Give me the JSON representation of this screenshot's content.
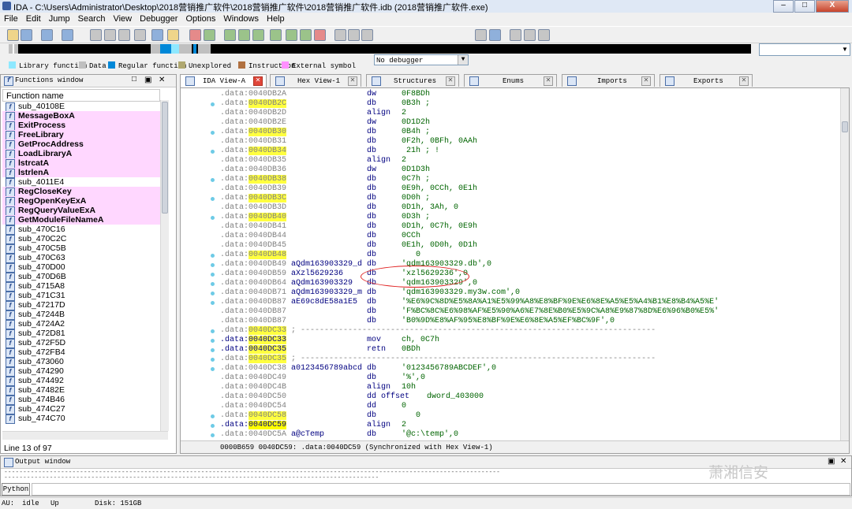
{
  "window": {
    "title": "IDA - C:\\Users\\Administrator\\Desktop\\2018营销推广软件\\2018营销推广软件\\2018营销推广软件.idb (2018营销推广软件.exe)",
    "minimize": "–",
    "maximize": "□",
    "close": "X"
  },
  "menu": [
    "File",
    "Edit",
    "Jump",
    "Search",
    "View",
    "Debugger",
    "Options",
    "Windows",
    "Help"
  ],
  "toolbar": {
    "debugger": "No debugger",
    "dropdown_icon": "chevron-down-icon"
  },
  "legend": [
    {
      "label": "Library function",
      "color": "#8ee8ff"
    },
    {
      "label": "Data",
      "color": "#c0c0c0"
    },
    {
      "label": "Regular function",
      "color": "#0088d8"
    },
    {
      "label": "Unexplored",
      "color": "#b0a870"
    },
    {
      "label": "Instruction",
      "color": "#b07040"
    },
    {
      "label": "External symbol",
      "color": "#ff90ff"
    }
  ],
  "functions_window": {
    "title": "Functions window",
    "column": "Function name",
    "rows": [
      {
        "name": "sub_40108E",
        "imported": false
      },
      {
        "name": "MessageBoxA",
        "imported": true
      },
      {
        "name": "ExitProcess",
        "imported": true
      },
      {
        "name": "FreeLibrary",
        "imported": true
      },
      {
        "name": "GetProcAddress",
        "imported": true
      },
      {
        "name": "LoadLibraryA",
        "imported": true
      },
      {
        "name": "lstrcatA",
        "imported": true
      },
      {
        "name": "lstrlenA",
        "imported": true
      },
      {
        "name": "sub_4011E4",
        "imported": false
      },
      {
        "name": "RegCloseKey",
        "imported": true
      },
      {
        "name": "RegOpenKeyExA",
        "imported": true
      },
      {
        "name": "RegQueryValueExA",
        "imported": true
      },
      {
        "name": "GetModuleFileNameA",
        "imported": true
      },
      {
        "name": "sub_470C16",
        "imported": false
      },
      {
        "name": "sub_470C2C",
        "imported": false
      },
      {
        "name": "sub_470C5B",
        "imported": false
      },
      {
        "name": "sub_470C63",
        "imported": false
      },
      {
        "name": "sub_470D00",
        "imported": false
      },
      {
        "name": "sub_470D6B",
        "imported": false
      },
      {
        "name": "sub_4715A8",
        "imported": false
      },
      {
        "name": "sub_471C31",
        "imported": false
      },
      {
        "name": "sub_47217D",
        "imported": false
      },
      {
        "name": "sub_47244B",
        "imported": false
      },
      {
        "name": "sub_4724A2",
        "imported": false
      },
      {
        "name": "sub_472D81",
        "imported": false
      },
      {
        "name": "sub_472F5D",
        "imported": false
      },
      {
        "name": "sub_472FB4",
        "imported": false
      },
      {
        "name": "sub_473060",
        "imported": false
      },
      {
        "name": "sub_474290",
        "imported": false
      },
      {
        "name": "sub_474492",
        "imported": false
      },
      {
        "name": "sub_47482E",
        "imported": false
      },
      {
        "name": "sub_474B46",
        "imported": false
      },
      {
        "name": "sub_474C27",
        "imported": false
      },
      {
        "name": "sub_474C70",
        "imported": false
      }
    ],
    "status": "Line 13 of 97"
  },
  "tabs": [
    {
      "label": "IDA View-A",
      "active": true
    },
    {
      "label": "Hex View-1",
      "active": false
    },
    {
      "label": "Structures",
      "active": false
    },
    {
      "label": "Enums",
      "active": false
    },
    {
      "label": "Imports",
      "active": false
    },
    {
      "label": "Exports",
      "active": false
    }
  ],
  "disasm": [
    {
      "seg": ".data:",
      "addr": "0040DB2A",
      "hi": false,
      "label": "",
      "op": "dw",
      "arg": "0F8BDh"
    },
    {
      "seg": ".data:",
      "addr": "0040DB2C",
      "hi": true,
      "label": "",
      "op": "db",
      "arg": "0B3h ;"
    },
    {
      "seg": ".data:",
      "addr": "0040DB2D",
      "hi": false,
      "label": "",
      "op": "align",
      "arg": "2"
    },
    {
      "seg": ".data:",
      "addr": "0040DB2E",
      "hi": false,
      "label": "",
      "op": "dw",
      "arg": "0D1D2h"
    },
    {
      "seg": ".data:",
      "addr": "0040DB30",
      "hi": true,
      "label": "",
      "op": "db",
      "arg": "0B4h ;"
    },
    {
      "seg": ".data:",
      "addr": "0040DB31",
      "hi": false,
      "label": "",
      "op": "db",
      "arg": "0F2h, 0BFh, 0AAh"
    },
    {
      "seg": ".data:",
      "addr": "0040DB34",
      "hi": true,
      "label": "",
      "op": "db",
      "arg": " 21h ; !"
    },
    {
      "seg": ".data:",
      "addr": "0040DB35",
      "hi": false,
      "label": "",
      "op": "align",
      "arg": "2"
    },
    {
      "seg": ".data:",
      "addr": "0040DB36",
      "hi": false,
      "label": "",
      "op": "dw",
      "arg": "0D1D3h"
    },
    {
      "seg": ".data:",
      "addr": "0040DB38",
      "hi": true,
      "label": "",
      "op": "db",
      "arg": "0C7h ;"
    },
    {
      "seg": ".data:",
      "addr": "0040DB39",
      "hi": false,
      "label": "",
      "op": "db",
      "arg": "0E9h, 0CCh, 0E1h"
    },
    {
      "seg": ".data:",
      "addr": "0040DB3C",
      "hi": true,
      "label": "",
      "op": "db",
      "arg": "0D0h ;"
    },
    {
      "seg": ".data:",
      "addr": "0040DB3D",
      "hi": false,
      "label": "",
      "op": "db",
      "arg": "0D1h, 3Ah, 0"
    },
    {
      "seg": ".data:",
      "addr": "0040DB40",
      "hi": true,
      "label": "",
      "op": "db",
      "arg": "0D3h ;"
    },
    {
      "seg": ".data:",
      "addr": "0040DB41",
      "hi": false,
      "label": "",
      "op": "db",
      "arg": "0D1h, 0C7h, 0E9h"
    },
    {
      "seg": ".data:",
      "addr": "0040DB44",
      "hi": false,
      "label": "",
      "op": "db",
      "arg": "0CCh"
    },
    {
      "seg": ".data:",
      "addr": "0040DB45",
      "hi": false,
      "label": "",
      "op": "db",
      "arg": "0E1h, 0D0h, 0D1h"
    },
    {
      "seg": ".data:",
      "addr": "0040DB48",
      "hi": true,
      "label": "",
      "op": "db",
      "arg": "   0"
    },
    {
      "seg": ".data:",
      "addr": "0040DB49",
      "hi": false,
      "label": "aQdm163903329_d",
      "op": "db",
      "arg": "'qdm163903329.db',0"
    },
    {
      "seg": ".data:",
      "addr": "0040DB59",
      "hi": false,
      "label": "aXzl5629236",
      "op": "db",
      "arg": "'xzl5629236',0"
    },
    {
      "seg": ".data:",
      "addr": "0040DB64",
      "hi": false,
      "label": "aQdm163903329",
      "op": "db",
      "arg": "'qdm163903329',0"
    },
    {
      "seg": ".data:",
      "addr": "0040DB71",
      "hi": false,
      "label": "aQdm163903329_m",
      "op": "db",
      "arg": "'qdm163903329.my3w.com',0"
    },
    {
      "seg": ".data:",
      "addr": "0040DB87",
      "hi": false,
      "label": "aE69c8dE58a1E5",
      "op": "db",
      "arg": "'%E6%9C%8D%E5%8A%A1%E5%99%A8%E8%BF%9E%E6%8E%A5%E5%A4%B1%E8%B4%A5%E'"
    },
    {
      "seg": ".data:",
      "addr": "0040DB87",
      "hi": false,
      "label": "",
      "op": "db",
      "arg": "'F%BC%8C%E6%98%AF%E5%90%A6%E7%8E%B0%E5%9C%A8%E9%87%8D%E6%96%B0%E5%'"
    },
    {
      "seg": ".data:",
      "addr": "0040DB87",
      "hi": false,
      "label": "",
      "op": "db",
      "arg": "'B0%9D%E8%AF%95%E8%BF%9E%E6%8E%A5%EF%BC%9F',0"
    },
    {
      "seg": ".data:",
      "addr": "0040DC33",
      "hi": true,
      "label": "",
      "op": "",
      "arg": "",
      "separator": "; ---------------------------------------------------------------------------"
    },
    {
      "seg": ".data:",
      "addr": "0040DC33",
      "hi": true,
      "label": "",
      "op": "mov",
      "arg": "ch, 0C7h",
      "code": true
    },
    {
      "seg": ".data:",
      "addr": "0040DC35",
      "hi": true,
      "label": "",
      "op": "retn",
      "arg": "0BDh",
      "code": true
    },
    {
      "seg": ".data:",
      "addr": "0040DC35",
      "hi": true,
      "label": "",
      "op": "",
      "arg": "",
      "separator": "; ---------------------------------------------------------------------------"
    },
    {
      "seg": ".data:",
      "addr": "0040DC38",
      "hi": false,
      "label": "a0123456789abcd",
      "op": "db",
      "arg": "'0123456789ABCDEF',0"
    },
    {
      "seg": ".data:",
      "addr": "0040DC49",
      "hi": false,
      "label": "",
      "op": "db",
      "arg": "'%',0"
    },
    {
      "seg": ".data:",
      "addr": "0040DC4B",
      "hi": false,
      "label": "",
      "op": "align",
      "arg": "10h"
    },
    {
      "seg": ".data:",
      "addr": "0040DC50",
      "hi": false,
      "label": "",
      "op": "dd offset",
      "arg": "dword_403000"
    },
    {
      "seg": ".data:",
      "addr": "0040DC54",
      "hi": false,
      "label": "",
      "op": "dd",
      "arg": "0"
    },
    {
      "seg": ".data:",
      "addr": "0040DC58",
      "hi": true,
      "label": "",
      "op": "db",
      "arg": "   0"
    },
    {
      "seg": ".data:",
      "addr": "0040DC59",
      "hi": true,
      "label": "",
      "op": "align",
      "arg": "2",
      "cursor": true
    },
    {
      "seg": ".data:",
      "addr": "0040DC5A",
      "hi": false,
      "label": "a@cTemp",
      "op": "db",
      "arg": "'@c:\\temp',0"
    }
  ],
  "disasm_status": "0000B659 0040DC59: .data:0040DC59 (Synchronized with Hex View-1)",
  "output_window": {
    "title": "Output window",
    "python_button": "Python"
  },
  "statusbar": {
    "au": "AU:",
    "state": "idle",
    "direction": "Up",
    "disk": "Disk: 151GB"
  },
  "watermark": "萧湘信安"
}
